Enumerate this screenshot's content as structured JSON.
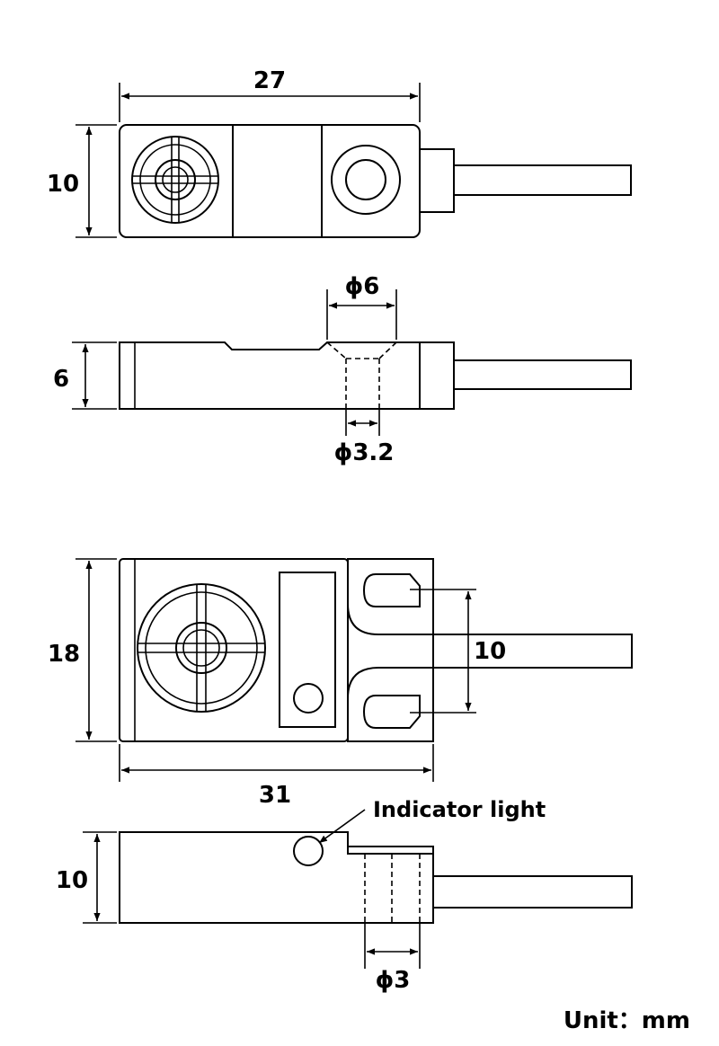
{
  "views": {
    "top_small": {
      "width_label": "27",
      "height_label": "10"
    },
    "side_small": {
      "height_label": "6",
      "counterbore_label": "ϕ6",
      "hole_label": "ϕ3.2"
    },
    "top_large": {
      "height_label": "18",
      "width_label": "31",
      "mount_spacing_label": "10"
    },
    "side_large": {
      "height_label": "10",
      "hole_label": "ϕ3",
      "indicator_label": "Indicator light"
    }
  },
  "unit_label": "Unit：mm",
  "colors": {
    "line": "#000000",
    "background": "#ffffff"
  }
}
